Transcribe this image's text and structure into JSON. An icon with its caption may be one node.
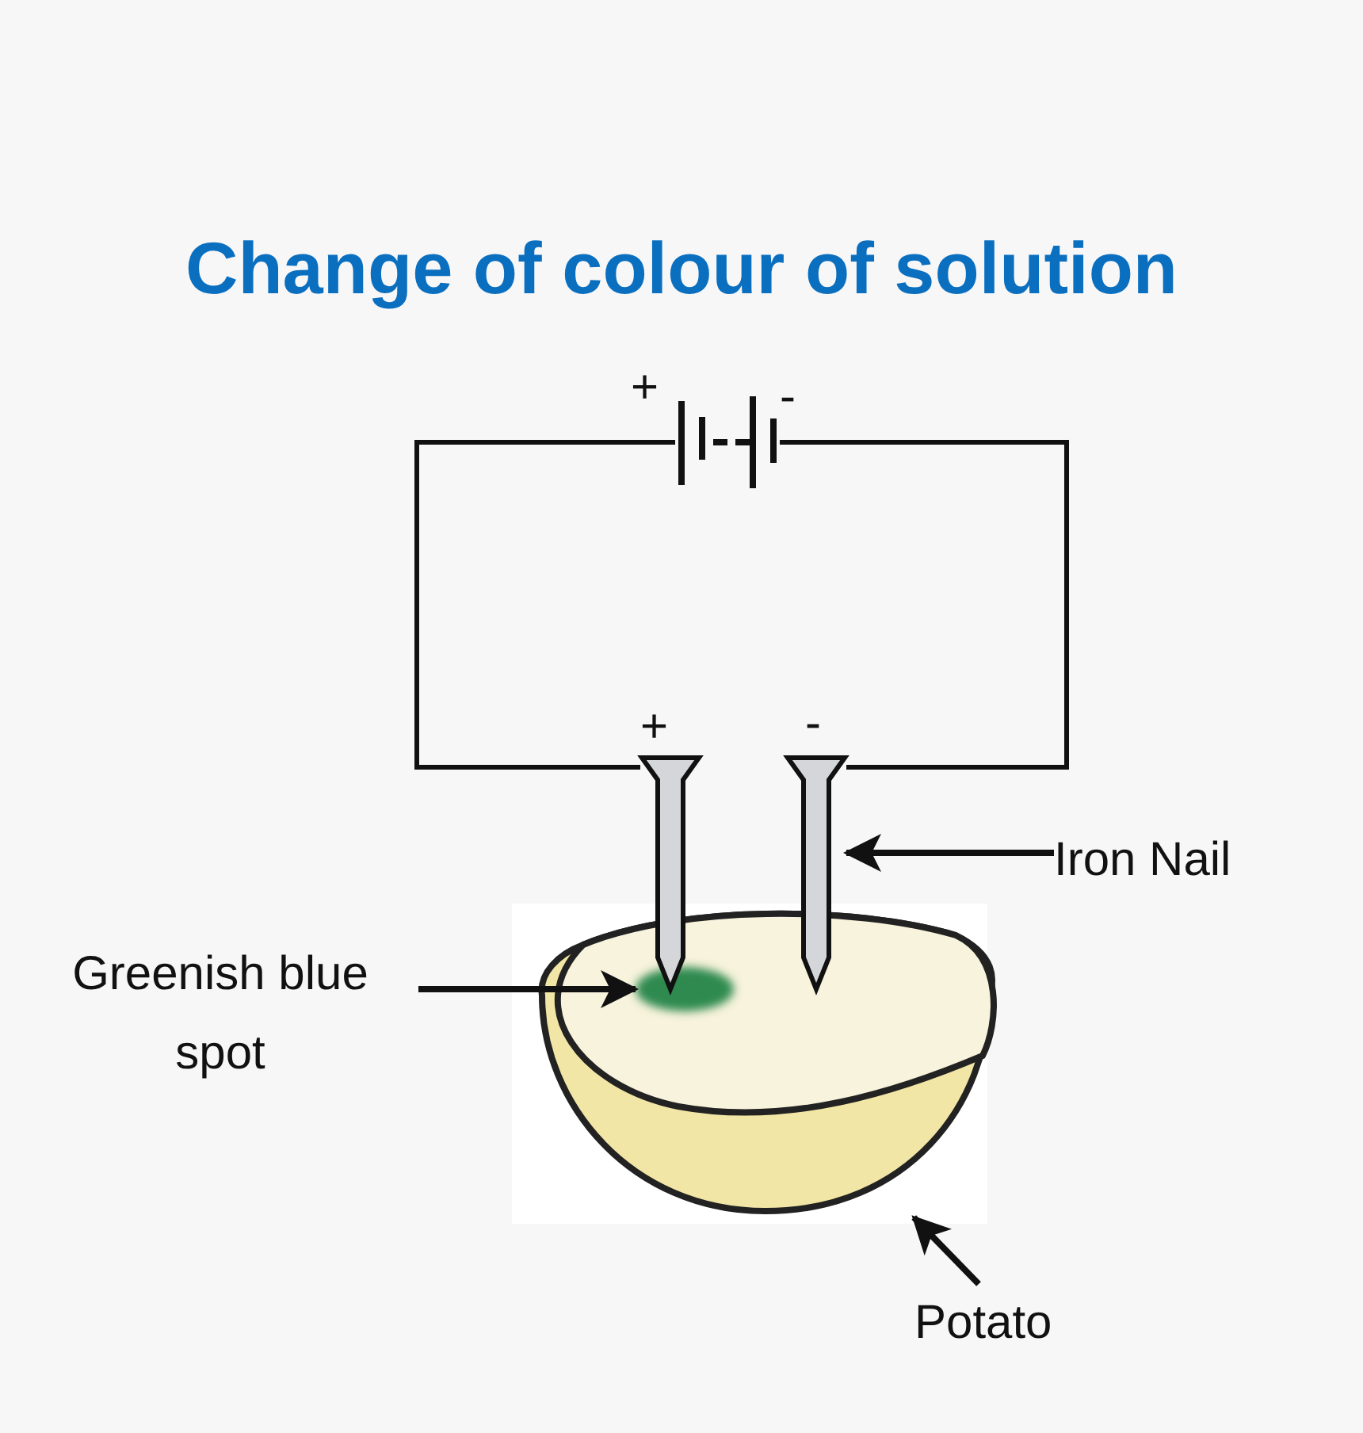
{
  "diagram": {
    "title": "Change of colour of solution",
    "nodes": [
      {
        "text": [],
        "shape": "battery",
        "beside": [
          "+",
          "-"
        ]
      },
      {
        "text": [],
        "shape": "picture",
        "beside": [
          "+"
        ]
      },
      {
        "text": [],
        "shape": "picture",
        "beside": [
          "-"
        ]
      },
      {
        "text": [
          "Iron Nail"
        ]
      },
      {
        "text": [
          "Greenish blue spot"
        ]
      },
      {
        "text": [],
        "shape": "picture"
      },
      {
        "text": [],
        "shape": "circle",
        "in": 5
      },
      {
        "text": [
          "Potato"
        ]
      }
    ],
    "edges": [
      {
        "from": 0,
        "to": 1,
        "arrow": "none"
      },
      {
        "from": 0,
        "to": 2,
        "arrow": "none"
      },
      {
        "from": 3,
        "to": 2,
        "arrow": "to"
      },
      {
        "from": 4,
        "to": 6,
        "arrow": "to"
      },
      {
        "from": 7,
        "to": 5,
        "arrow": "to"
      }
    ]
  }
}
